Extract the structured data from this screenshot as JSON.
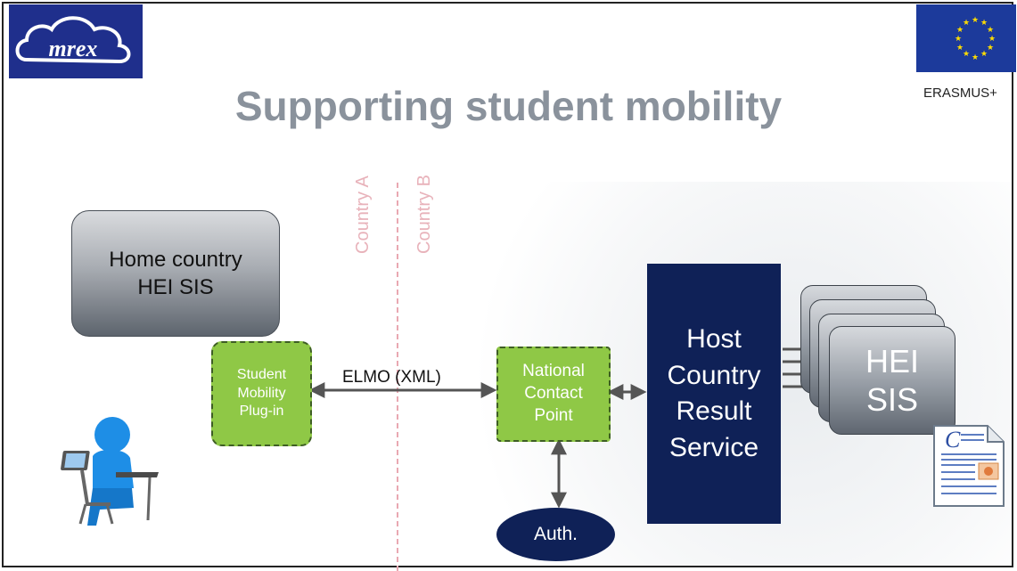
{
  "header": {
    "logo_text": "mrex",
    "erasmus_label": "ERASMUS+",
    "title": "Supporting student mobility"
  },
  "countries": {
    "a": "Country A",
    "b": "Country B"
  },
  "nodes": {
    "home": {
      "line1": "Home country",
      "line2": "HEI SIS"
    },
    "plugin": {
      "line1": "Student",
      "line2": "Mobility",
      "line3": "Plug-in"
    },
    "ncp": {
      "line1": "National",
      "line2": "Contact",
      "line3": "Point"
    },
    "host": {
      "line1": "Host",
      "line2": "Country",
      "line3": "Result",
      "line4": "Service"
    },
    "hei": {
      "line1": "HEI",
      "line2": "SIS"
    },
    "auth": {
      "label": "Auth."
    }
  },
  "edges": {
    "elmo_label": "ELMO (XML)"
  },
  "icons": {
    "logo": "cloud-logo-icon",
    "flag": "eu-flag-icon",
    "user": "user-at-laptop-icon",
    "doc": "document-icon"
  },
  "colors": {
    "title": "#8a929c",
    "green": "#8fc846",
    "navy": "#0f2157",
    "eu_blue": "#1c3a9b",
    "divider": "#e9a8b2"
  }
}
